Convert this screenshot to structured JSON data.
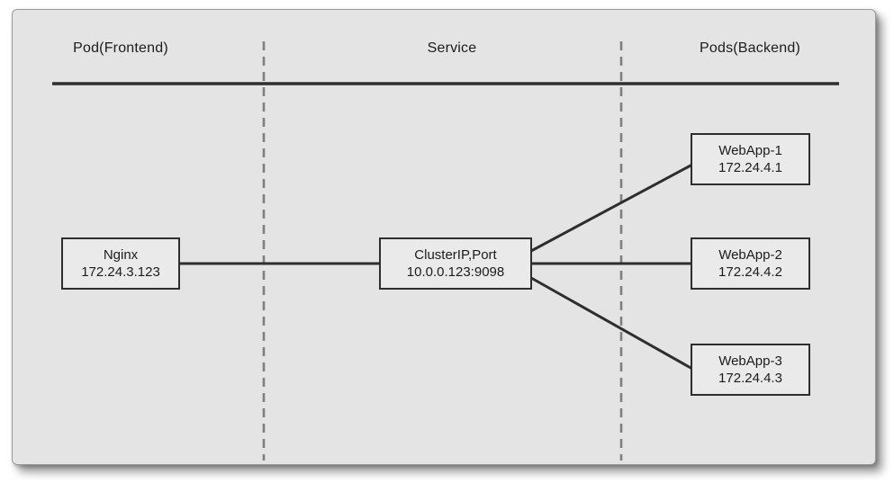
{
  "diagram": {
    "lanes": [
      {
        "id": "frontend",
        "label": "Pod(Frontend)"
      },
      {
        "id": "service",
        "label": "Service"
      },
      {
        "id": "backend",
        "label": "Pods(Backend)"
      }
    ],
    "nodes": {
      "nginx": {
        "title": "Nginx",
        "subtitle": "172.24.3.123"
      },
      "service": {
        "title": "ClusterIP,Port",
        "subtitle": "10.0.0.123:9098"
      },
      "webapp1": {
        "title": "WebApp-1",
        "subtitle": "172.24.4.1"
      },
      "webapp2": {
        "title": "WebApp-2",
        "subtitle": "172.24.4.2"
      },
      "webapp3": {
        "title": "WebApp-3",
        "subtitle": "172.24.4.3"
      }
    },
    "edges": [
      {
        "from": "nginx",
        "to": "service"
      },
      {
        "from": "service",
        "to": "webapp1"
      },
      {
        "from": "service",
        "to": "webapp2"
      },
      {
        "from": "service",
        "to": "webapp3"
      }
    ]
  },
  "colors": {
    "page_bg": "#ffffff",
    "panel_bg": "#e4e4e4",
    "box_bg": "#eaeaea",
    "line": "#2e2e2e",
    "divider": "#7f7f7f",
    "text": "#1c1c1c"
  }
}
